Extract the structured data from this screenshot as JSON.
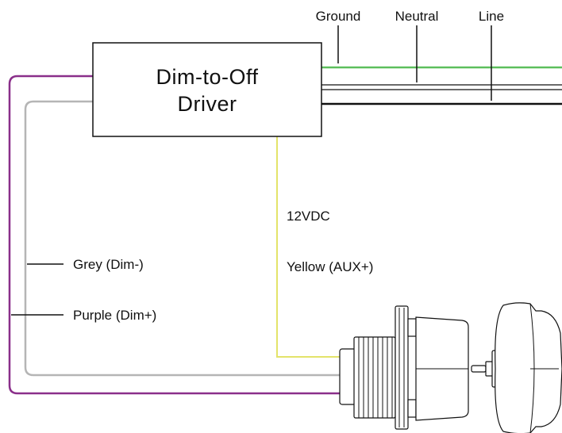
{
  "driver": {
    "title_line1": "Dim-to-Off",
    "title_line2": "Driver"
  },
  "wires": {
    "ground": "Ground",
    "neutral": "Neutral",
    "line": "Line",
    "voltage": "12VDC",
    "yellow": "Yellow (AUX+)",
    "grey": "Grey (Dim-)",
    "purple": "Purple (Dim+)"
  },
  "colors": {
    "ground_wire": "#5cbf5c",
    "neutral_wire": "#111111",
    "line_wire": "#111111",
    "yellow_wire": "#e3e36a",
    "grey_wire": "#b5b5b5",
    "purple_wire": "#8a2f8a"
  }
}
